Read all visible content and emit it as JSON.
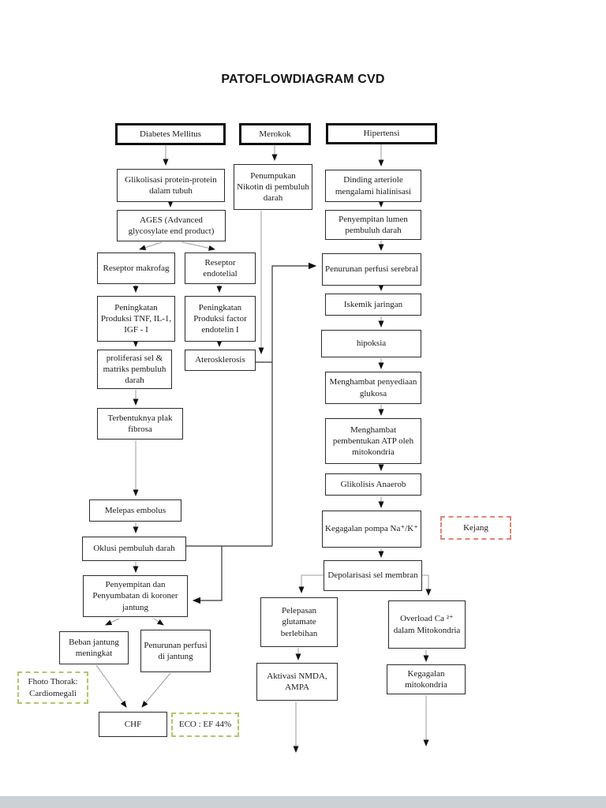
{
  "page": {
    "title": "PATOFLOWDIAGRAM CVD"
  },
  "nodes": {
    "diabetes": {
      "label": "Diabetes Mellitus"
    },
    "merokok": {
      "label": "Merokok"
    },
    "hipertensi": {
      "label": "Hipertensi"
    },
    "glikolisasi": {
      "label": "Glikolisasi protein-protein dalam tubuh"
    },
    "ages": {
      "label": "AGES (Advanced glycosylate end product)"
    },
    "reseptorMakrofag": {
      "label": "Reseptor makrofag"
    },
    "reseptorEndotelial": {
      "label": "Reseptor endotelial"
    },
    "peningkatanTnf": {
      "label": "Peningkatan Produksi TNF, IL-1, IGF - I"
    },
    "peningkatanEndotelin": {
      "label": "Peningkatan Produksi factor endotelin I"
    },
    "proliferasi": {
      "label": "proliferasi sel & matriks pembuluh darah"
    },
    "aterosklerosis": {
      "label": "Aterosklerosis"
    },
    "plakFibrosa": {
      "label": "Terbentuknya plak fibrosa"
    },
    "melepasEmbolus": {
      "label": "Melepas embolus"
    },
    "oklusi": {
      "label": "Oklusi  pembuluh darah"
    },
    "penyempitanKoroner": {
      "label": "Penyempitan dan Penyumbatan di koroner jantung"
    },
    "bebanJantung": {
      "label": "Beban jantung meningkat"
    },
    "penurunanPerfusiJantung": {
      "label": "Penurunan perfusi di jantung"
    },
    "fhotoThorak": {
      "label": "Fhoto Thorak: Cardiomegali"
    },
    "chf": {
      "label": "CHF"
    },
    "eco": {
      "label": "ECO : EF 44%"
    },
    "nikotin": {
      "label": "Penumpukan Nikotin di pembuluh darah"
    },
    "pelepasanGlutamate": {
      "label": "Pelepasan glutamate berlebihan"
    },
    "aktivasiNmda": {
      "label": "Aktivasi NMDA, AMPA"
    },
    "dindingArteriole": {
      "label": "Dinding arteriole mengalami hialinisasi"
    },
    "penyempitanLumen": {
      "label": "Penyempitan lumen pembuluh darah"
    },
    "penurunanPerfusiSerebral": {
      "label": "Penurunan perfusi serebral"
    },
    "iskemik": {
      "label": "Iskemik jaringan"
    },
    "hipoksia": {
      "label": "hipoksia"
    },
    "menghambatGlukosa": {
      "label": "Menghambat penyediaan glukosa"
    },
    "menghambatAtp": {
      "label": "Menghambat pembentukan ATP oleh mitokondria"
    },
    "glikolisisAnaerob": {
      "label": "Glikolisis Anaerob"
    },
    "kegagalanPompa": {
      "label": "Kegagalan pompa Na⁺/K⁺"
    },
    "kejang": {
      "label": "Kejang"
    },
    "depolarisasi": {
      "label": "Depolarisasi sel membran"
    },
    "overloadCa": {
      "label": "Overload Ca ²⁺ dalam Mitokondria"
    },
    "kegagalanMitokondria": {
      "label": "Kegagalan mitokondria"
    }
  },
  "colors": {
    "box_border": "#2b2b2b",
    "thick_border": "#0f0f0f",
    "dashed_olive": "#b4c46c",
    "dashed_red": "#e2837a",
    "connector_gray": "#9c9c9c",
    "connector_dark": "#333333"
  }
}
